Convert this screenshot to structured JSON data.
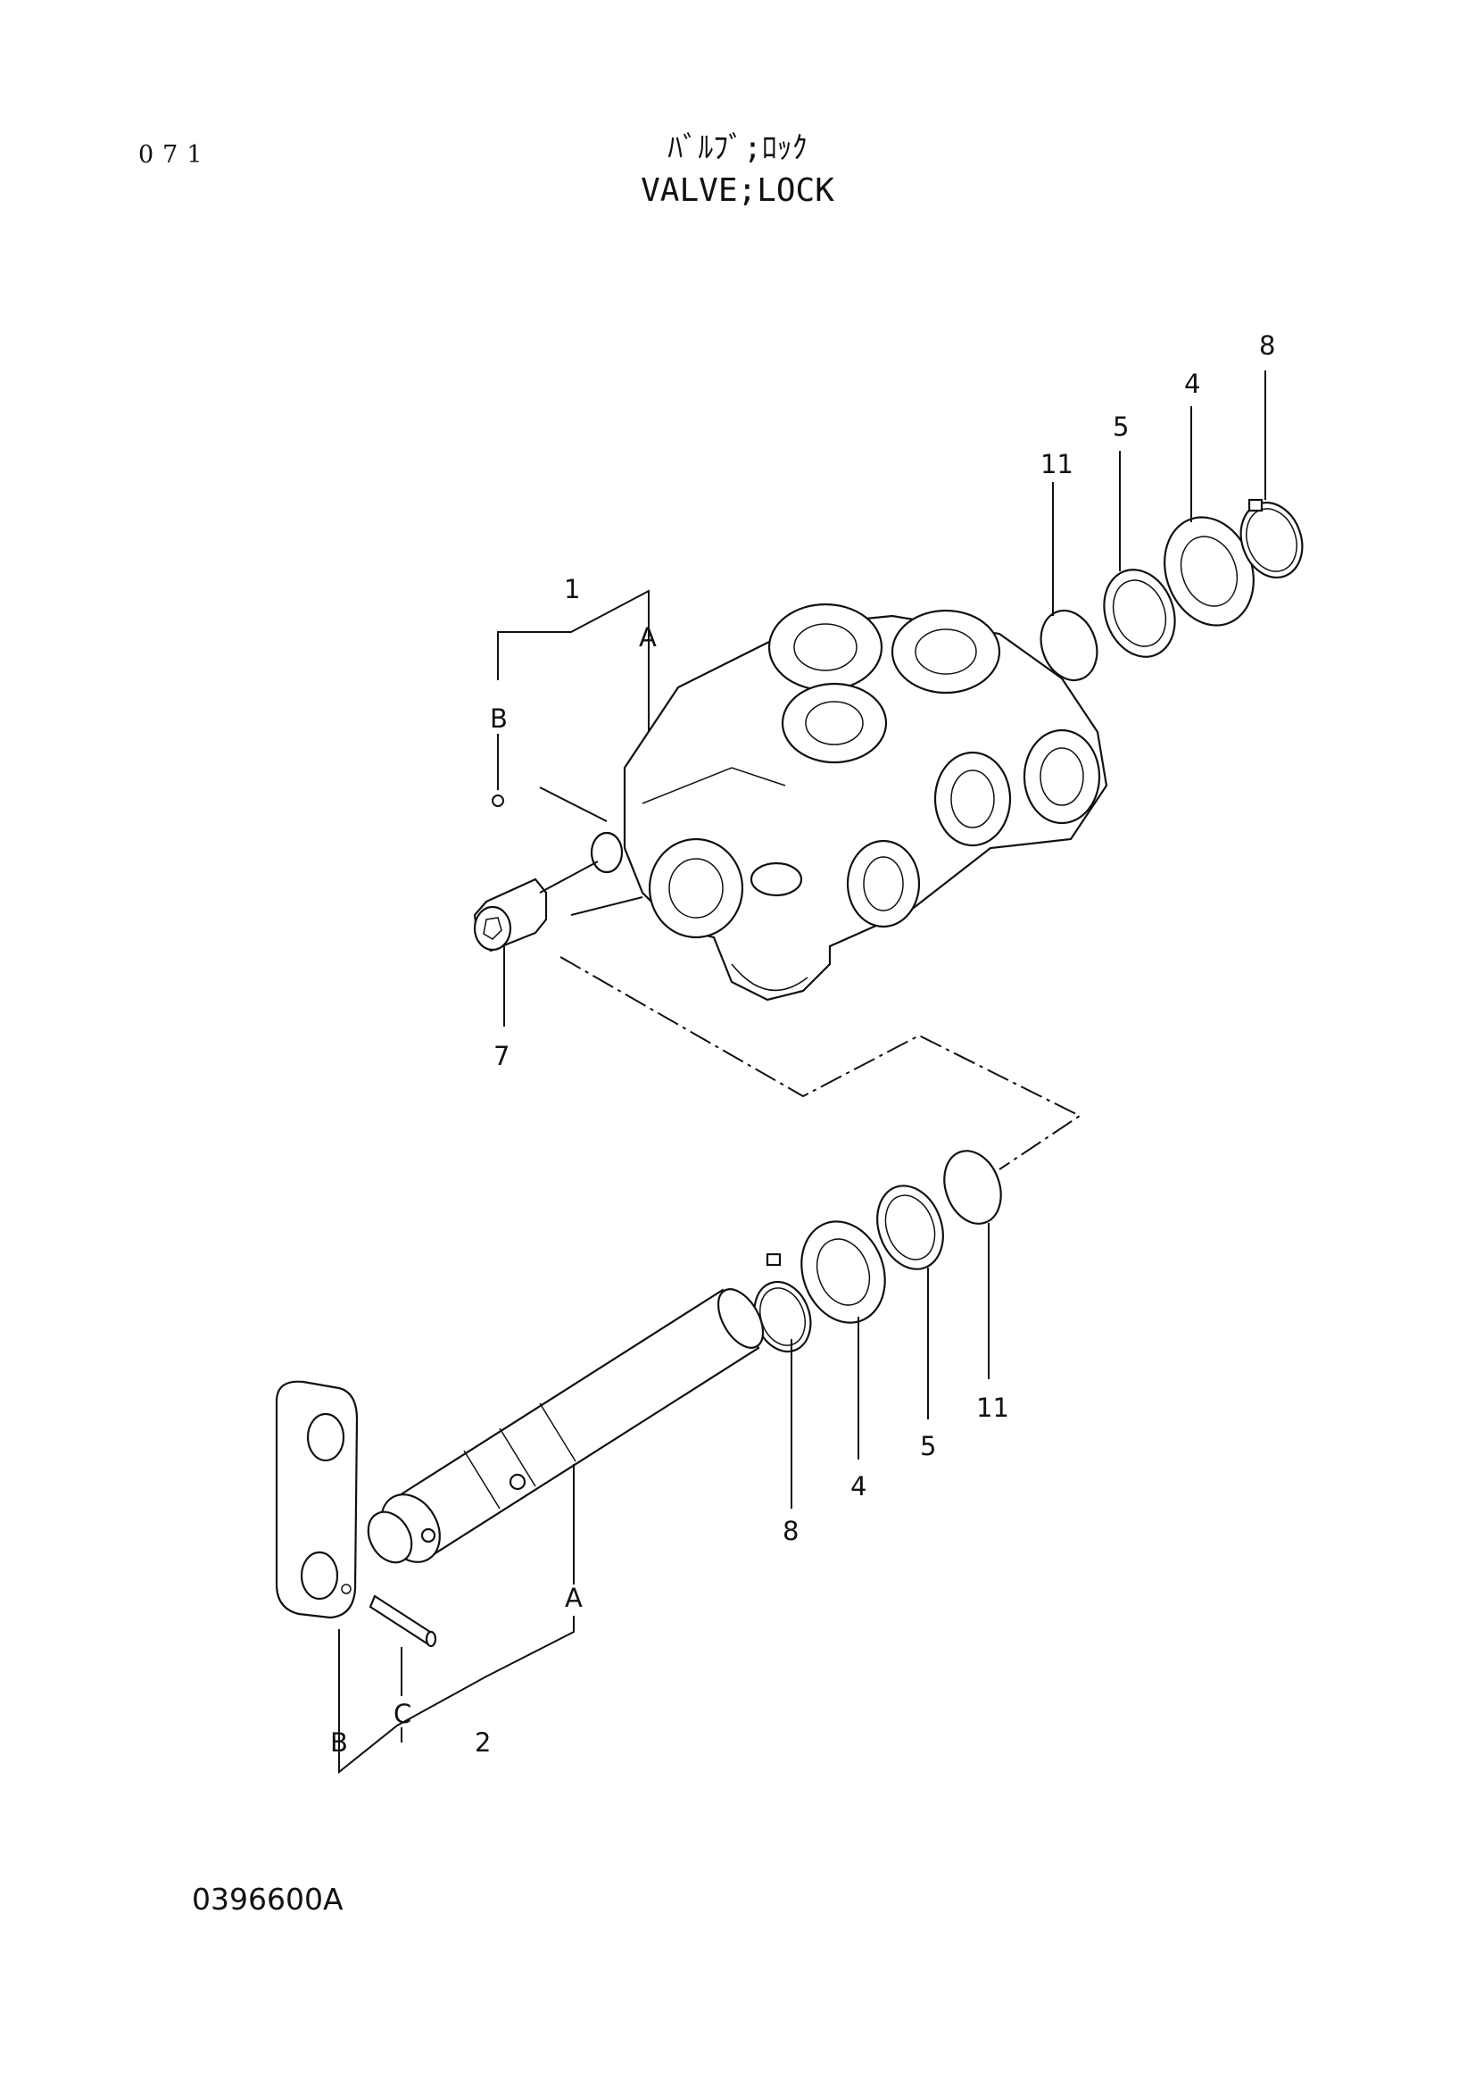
{
  "page_number": "071",
  "title": {
    "japanese": "ﾊﾞﾙﾌﾞ;ﾛｯｸ",
    "english": "VALVE;LOCK"
  },
  "drawing_number": "0396600A",
  "callouts": {
    "c1": "1",
    "cA_top": "A",
    "cB_top": "B",
    "c7": "7",
    "c11_top": "11",
    "c5_top": "5",
    "c4_top": "4",
    "c8_top": "8",
    "c8_bot": "8",
    "c4_bot": "4",
    "c5_bot": "5",
    "c11_bot": "11",
    "cA_bot": "A",
    "cC": "C",
    "cB_bot": "B",
    "c2": "2"
  }
}
